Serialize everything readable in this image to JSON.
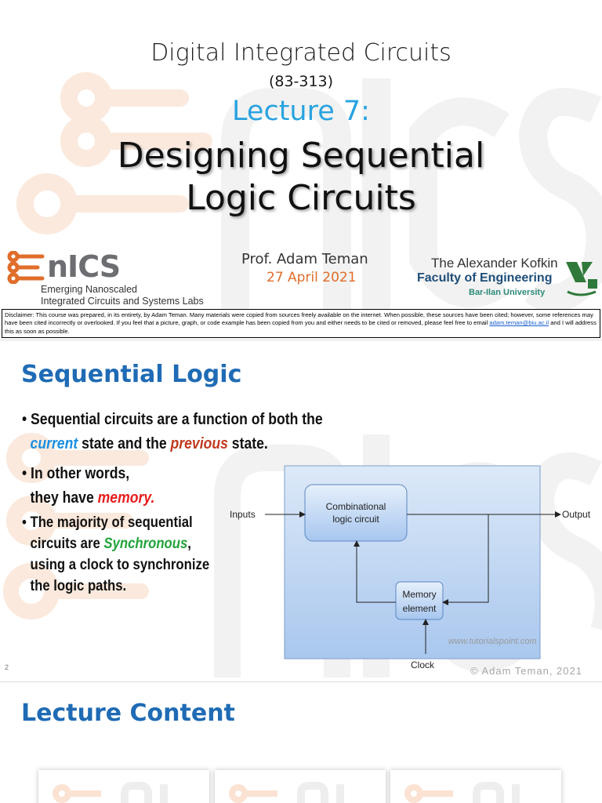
{
  "slide1": {
    "course_title": "Digital Integrated Circuits",
    "course_code": "(83-313)",
    "lecture_number": "Lecture 7:",
    "lecture_title_line1": "Designing Sequential",
    "lecture_title_line2": "Logic Circuits",
    "author": "Prof. Adam Teman",
    "date": "27 April 2021",
    "enics_logo": {
      "word": "nICS",
      "letter": "E",
      "subtitle_line1": "Emerging Nanoscaled",
      "subtitle_line2": "Integrated Circuits and Systems Labs"
    },
    "faculty": {
      "line1": "The Alexander Kofkin",
      "line2": "Faculty of Engineering",
      "line3": "Bar-Ilan University"
    },
    "disclaimer": {
      "text_before": "Disclaimer: This course was prepared, in its entirety, by Adam Teman. Many materials were copied from sources freely available on the internet. When possible, these sources have been cited; however, some references may have been cited incorrectly or overlooked. If you feel that a picture, graph, or code example has been copied from you and either needs to be cited or removed, please feel free to email ",
      "email": "adam.teman@biu.ac.il",
      "text_after": " and I will address this as soon as possible."
    }
  },
  "slide2": {
    "title": "Sequential Logic",
    "bullet1": {
      "prefix": "• Sequential circuits are a function of both the",
      "em1": "current",
      "mid": " state and the ",
      "em2": "previous",
      "suffix": " state."
    },
    "bullet2": {
      "line1": "• In other words,",
      "line2_prefix": "they have ",
      "em": "memory."
    },
    "bullet3": {
      "line1": "• The majority of sequential",
      "line2_prefix": "circuits are ",
      "em": "Synchronous",
      "line2_suffix": ",",
      "line3": "using a clock to synchronize",
      "line4": "the logic paths."
    },
    "diagram": {
      "inputs_label": "Inputs",
      "output_label": "Output",
      "comb_line1": "Combinational",
      "comb_line2": "logic circuit",
      "mem_line1": "Memory",
      "mem_line2": "element",
      "clock_label": "Clock"
    },
    "source": "www.tutorialspoint.com",
    "slide_number": "2",
    "copyright": "© Adam Teman, 2021"
  },
  "slide3": {
    "title": "Lecture Content"
  },
  "colors": {
    "accent_blue": "#1f6bb5",
    "lecture_cyan": "#29a3e0",
    "enics_orange": "#e06d2a"
  }
}
